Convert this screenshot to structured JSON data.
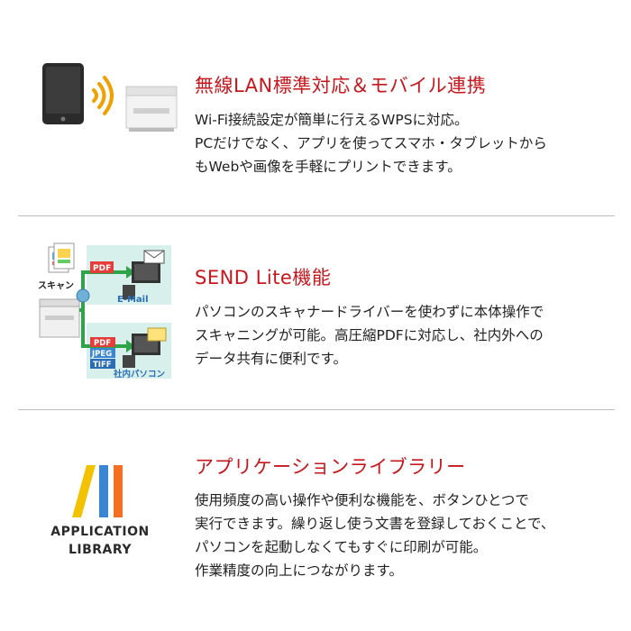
{
  "features": [
    {
      "title": "無線LAN標準対応＆モバイル連携",
      "lines": [
        "Wi-Fi接続設定が簡単に行えるWPSに対応。",
        "PCだけでなく、アプリを使ってスマホ・タブレットから",
        "もWebや画像を手軽にプリントできます。"
      ],
      "illustration": [
        "tablet-icon",
        "wifi-icon",
        "printer-icon"
      ]
    },
    {
      "title": "SEND Lite機能",
      "lines": [
        "パソコンのスキャナードライバーを使わずに本体操作で",
        "スキャニングが可能。高圧縮PDFに対応し、社内外への",
        "データ共有に便利です。"
      ],
      "illustration": {
        "scan_label": "スキャン",
        "email_label": "E-Mail",
        "pc_label": "社内パソコン",
        "badges_top": [
          "PDF"
        ],
        "badges_bottom": [
          "PDF",
          "JPEG",
          "TIFF"
        ]
      }
    },
    {
      "title": "アプリケーションライブラリー",
      "lines": [
        "使用頻度の高い操作や便利な機能を、ボタンひとつで",
        "実行できます。繰り返し使う文書を登録しておくことで、",
        "パソコンを起動しなくてもすぐに印刷が可能。",
        "作業精度の向上につながります。"
      ],
      "logo": {
        "line1": "APPLICATION",
        "line2": "LIBRARY",
        "colors": [
          "#f2c100",
          "#3a86d2",
          "#f36f21"
        ]
      }
    }
  ],
  "colors": {
    "title": "#c8161d",
    "divider": "#bdbdbd",
    "badge": "#e53c3c",
    "panel": "#d8f0ec"
  }
}
